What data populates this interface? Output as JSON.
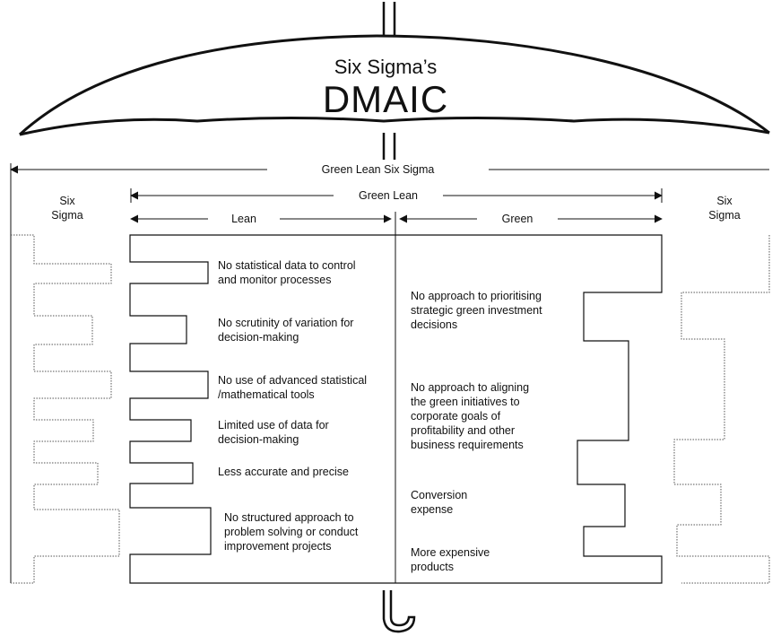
{
  "title": {
    "line1": "Six Sigma’s",
    "line2": "DMAIC"
  },
  "spans": {
    "outer": "Green Lean Six Sigma",
    "green_lean": "Green Lean",
    "lean": "Lean",
    "green": "Green"
  },
  "side_labels": {
    "left": {
      "line1": "Six",
      "line2": "Sigma"
    },
    "right": {
      "line1": "Six",
      "line2": "Sigma"
    }
  },
  "lean_items": [
    {
      "line1": "No statistical data to control",
      "line2": "and monitor processes"
    },
    {
      "line1": "No scrutinity of variation for",
      "line2": "decision-making"
    },
    {
      "line1": "No use of advanced statistical",
      "line2": "/mathematical tools"
    },
    {
      "line1": "Limited use of data for",
      "line2": "decision-making"
    },
    {
      "line1": "Less accurate and precise"
    },
    {
      "line1": "No structured approach  to",
      "line2": "problem solving or conduct",
      "line3": "improvement projects"
    }
  ],
  "green_items": [
    {
      "line1": "No approach to prioritising",
      "line2": "strategic green investment",
      "line3": "decisions"
    },
    {
      "line1": "No approach to aligning",
      "line2": "the green initiatives to",
      "line3": "corporate goals of",
      "line4": "profitability and other",
      "line5": "business requirements"
    },
    {
      "line1": "Conversion",
      "line2": "expense"
    },
    {
      "line1": "More expensive",
      "line2": "products"
    }
  ]
}
